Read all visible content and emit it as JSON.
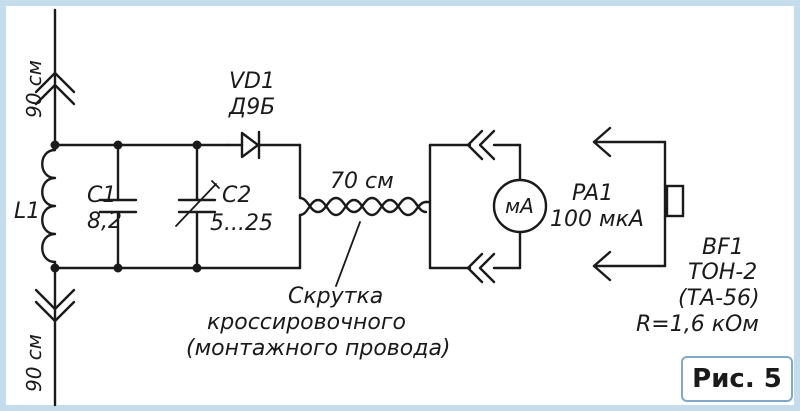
{
  "figure": {
    "caption": "Рис. 5",
    "labels": {
      "antenna_top": "90 см",
      "antenna_bottom": "90 см",
      "vd1_ref": "VD1",
      "vd1_type": "Д9Б",
      "l1": "L1",
      "c1_ref": "C1",
      "c1_value": "8,2",
      "c2_ref": "C2",
      "c2_value": "5...25",
      "twist_length": "70 см",
      "meter_symbol": "мА",
      "pa1_ref": "PA1",
      "pa1_value": "100 мкА",
      "bf1_ref": "BF1",
      "bf1_type": "ТОН-2",
      "bf1_alt": "(ТА-56)",
      "bf1_r": "R=1,6 кОм",
      "note_line1": "Скрутка",
      "note_line2": "кроссировочного",
      "note_line3": "(монтажного провода)"
    }
  }
}
